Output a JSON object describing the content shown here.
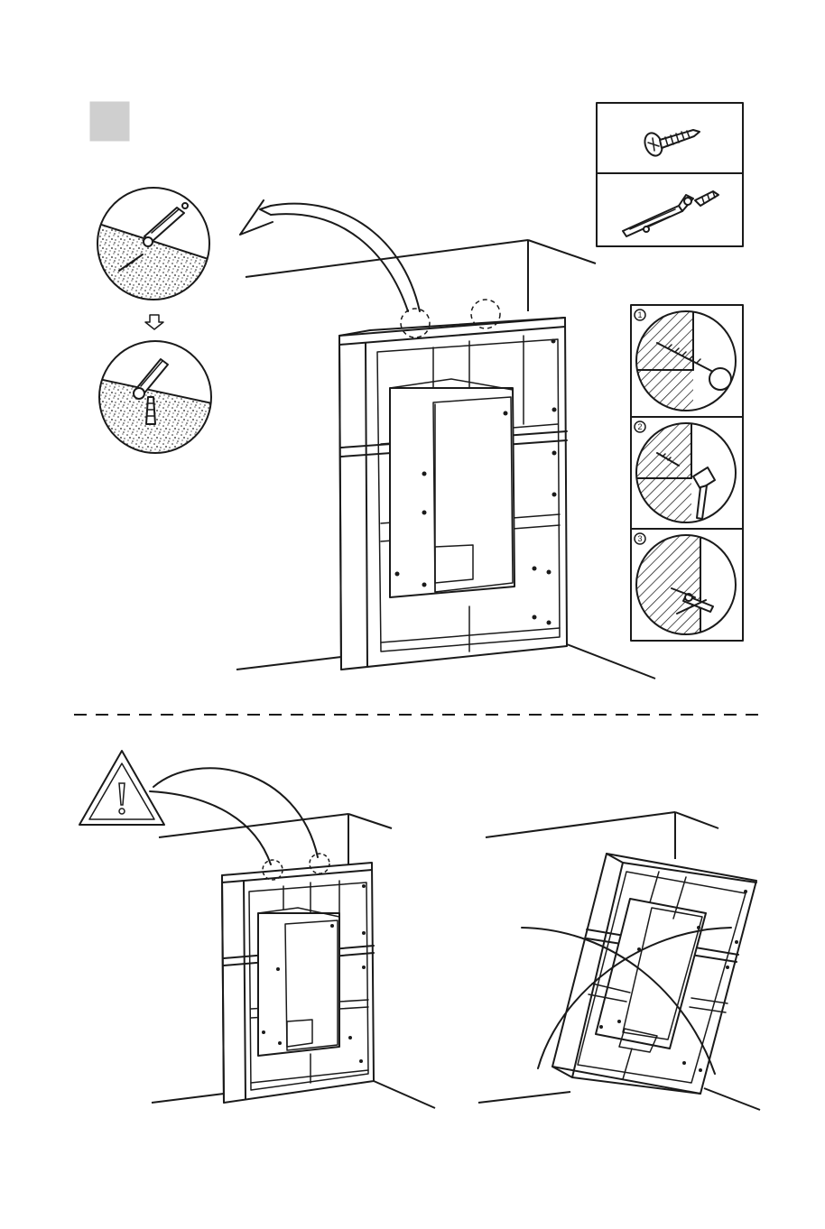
{
  "step": {
    "number_box_color": "#cfcfcf",
    "number": ""
  },
  "hardware_box": {
    "items": [
      {
        "icon": "screw-icon",
        "label": ""
      },
      {
        "icon": "wall-anchor-strap-icon",
        "label": ""
      }
    ]
  },
  "drill_steps": [
    {
      "number": "1",
      "icon": "drill-icon"
    },
    {
      "number": "2",
      "icon": "hammer-icon"
    },
    {
      "number": "3",
      "icon": "anchor-installed-icon"
    }
  ],
  "warning": {
    "icon": "warning-icon",
    "glyph": "!"
  },
  "colors": {
    "line": "#1a1a1a",
    "background": "#ffffff",
    "step_box": "#cfcfcf"
  }
}
